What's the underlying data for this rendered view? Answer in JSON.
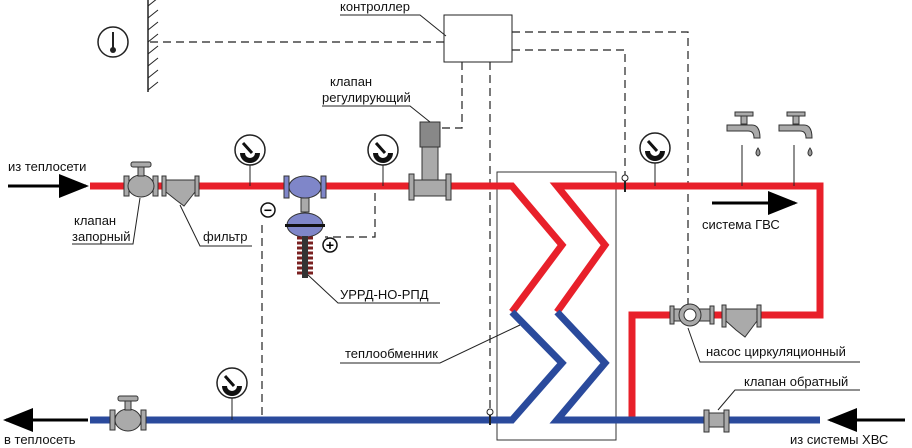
{
  "labels": {
    "controller": "контроллер",
    "control_valve": "клапан регулирующий",
    "control_valve_l1": "клапан",
    "control_valve_l2": "регулирующий",
    "from_heat_network": "из теплосети",
    "shutoff_valve_l1": "клапан",
    "shutoff_valve_l2": "запорный",
    "filter": "фильтр",
    "regulator": "УРРД-НО-РПД",
    "heat_exchanger": "теплообменник",
    "dhw_system": "система ГВС",
    "circulation_pump": "насос циркуляционный",
    "check_valve": "клапан обратный",
    "to_heat_network": "в теплосеть",
    "from_cold_water": "из системы ХВС",
    "minus": "−",
    "plus": "+"
  },
  "colors": {
    "supply": "#e8202a",
    "return": "#2a4a9c",
    "component": "#a9a9a9",
    "regulator": "#7f86c9"
  }
}
